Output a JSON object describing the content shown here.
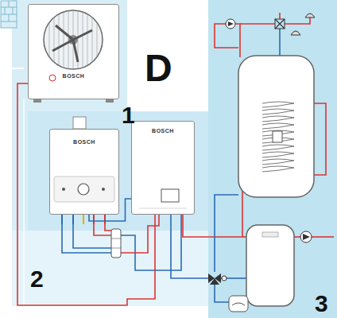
{
  "diagram": {
    "nodes": [
      {
        "text": [
          "BOSCH"
        ]
      },
      {
        "text": [
          "BOSCH"
        ]
      },
      {
        "text": [
          "BOSCH"
        ]
      }
    ],
    "edges": [
      {
        "from": 0,
        "to": 2,
        "arrow": "none"
      },
      {
        "from": 1,
        "to": 2,
        "arrow": "none"
      }
    ],
    "labels": [
      "D",
      "1",
      "2",
      "3"
    ]
  }
}
